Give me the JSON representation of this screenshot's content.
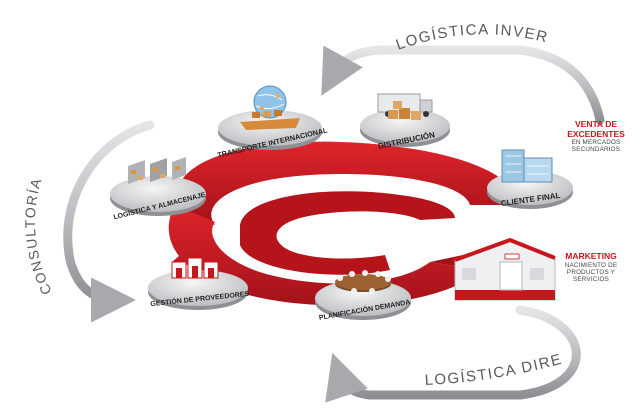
{
  "colors": {
    "ring": "#c8161d",
    "ring_dark": "#8e0e12",
    "arrow": "#c7c8cb",
    "arrow_dark": "#9a9ca0",
    "label_text": "#5a5a5a",
    "disc": "#d9dadc"
  },
  "cycle_labels": {
    "top": "LOGÍSTICA INVERSA",
    "left": "CONSULTORÍA",
    "bottom": "LOGÍSTICA DIRECTA"
  },
  "stations": {
    "transport": {
      "label": "TRANSPORTE INTERNACIONAL",
      "icon": "globe-ship-icon"
    },
    "distribution": {
      "label": "DISTRIBUCIÓN",
      "icon": "truck-boxes-icon"
    },
    "client": {
      "label": "CLIENTE FINAL",
      "icon": "glass-building-icon"
    },
    "warehouse": {
      "label": "LOGÍSTICA Y ALMACENAJE",
      "icon": "warehouse-racks-icon"
    },
    "suppliers": {
      "label": "GESTIÓN DE PROVEEDORES",
      "icon": "factory-icon"
    },
    "planning": {
      "label": "PLANIFICACIÓN DEMANDA",
      "icon": "meeting-table-icon"
    },
    "store": {
      "icon": "store-building-icon"
    }
  },
  "side_notes": {
    "surplus": {
      "title": "VENTA DE EXCEDENTES",
      "sub": "EN MERCADOS SECUNDARIOS"
    },
    "marketing": {
      "title": "MARKETING",
      "sub": "NACIMIENTO DE PRODUCTOS Y SERVICIOS"
    }
  }
}
